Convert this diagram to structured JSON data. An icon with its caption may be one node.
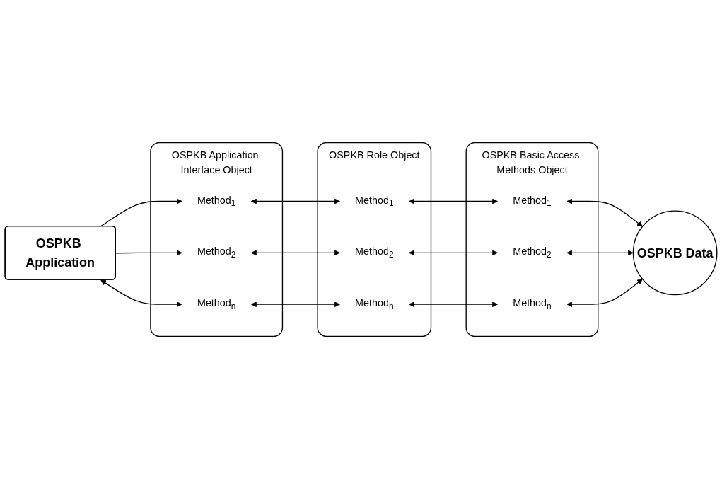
{
  "diagram": {
    "nodes": [
      {
        "text": [
          "OSPKB Application"
        ]
      },
      {
        "text": [
          "OSPKB Application Interface Object"
        ]
      },
      {
        "text": [
          "Method$_{1}$"
        ],
        "in": 1
      },
      {
        "text": [
          "Method$_{2}$"
        ],
        "in": 1
      },
      {
        "text": [
          "Method$_{n}$"
        ],
        "in": 1
      },
      {
        "text": [
          "OSPKB Role Object"
        ]
      },
      {
        "text": [
          "Method$_{1}$"
        ],
        "in": 5
      },
      {
        "text": [
          "Method$_{2}$"
        ],
        "in": 5
      },
      {
        "text": [
          "Method$_{n}$"
        ],
        "in": 5
      },
      {
        "text": [
          "OSPKB Basic Access Methods Object"
        ]
      },
      {
        "text": [
          "Method$_{1}$"
        ],
        "in": 9
      },
      {
        "text": [
          "Method$_{2}$"
        ],
        "in": 9
      },
      {
        "text": [
          "Method$_{n}$"
        ],
        "in": 9
      },
      {
        "text": [
          "OSPKB Data"
        ]
      }
    ],
    "edges": [
      {
        "from": 0,
        "to": 2,
        "arrow": "to"
      },
      {
        "from": 0,
        "to": 3,
        "arrow": "to"
      },
      {
        "from": 0,
        "to": 4,
        "arrow": "both"
      },
      {
        "from": 2,
        "to": 6,
        "arrow": "both"
      },
      {
        "from": 3,
        "to": 7,
        "arrow": "both"
      },
      {
        "from": 4,
        "to": 8,
        "arrow": "both"
      },
      {
        "from": 6,
        "to": 10,
        "arrow": "both"
      },
      {
        "from": 7,
        "to": 11,
        "arrow": "both"
      },
      {
        "from": 8,
        "to": 12,
        "arrow": "both"
      },
      {
        "from": 10,
        "to": 13,
        "arrow": "both"
      },
      {
        "from": 11,
        "to": 13,
        "arrow": "both"
      },
      {
        "from": 12,
        "to": 13,
        "arrow": "both"
      }
    ]
  }
}
